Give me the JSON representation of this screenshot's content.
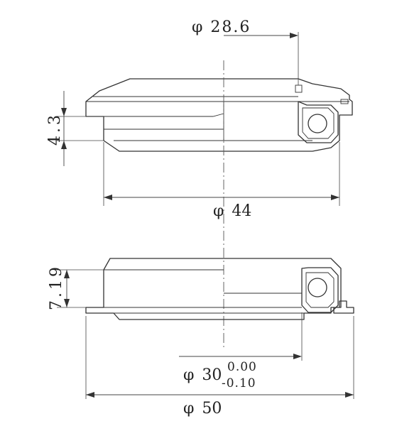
{
  "drawing": {
    "top_part": {
      "dim_inner_diameter": {
        "prefix": "φ",
        "value": "28.6"
      },
      "dim_outer_diameter": {
        "prefix": "φ",
        "value": "44"
      },
      "dim_height": {
        "value": "4.3"
      }
    },
    "bottom_part": {
      "dim_height": {
        "value": "7.19"
      },
      "dim_inner_diameter": {
        "prefix": "φ",
        "value": "30",
        "tol_upper": "0.00",
        "tol_lower": "-0.10"
      },
      "dim_outer_diameter": {
        "prefix": "φ",
        "value": "50"
      }
    }
  }
}
